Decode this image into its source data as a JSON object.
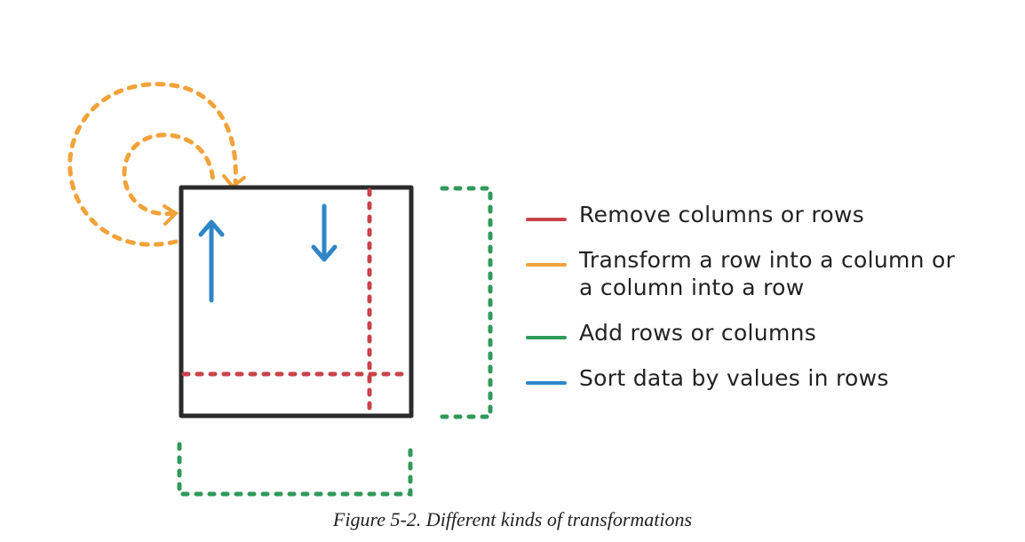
{
  "colors": {
    "remove": "#c8434a",
    "transform": "#f2a23a",
    "add": "#2f9a5a",
    "sort": "#2e86c8",
    "grid": "#2b2b2b"
  },
  "legend": [
    {
      "key": "remove",
      "label": "Remove columns or rows",
      "color": "#c8434a"
    },
    {
      "key": "transform",
      "label": "Transform a row into a column or a column into a row",
      "color": "#f2a23a"
    },
    {
      "key": "add",
      "label": "Add rows or columns",
      "color": "#2f9a5a"
    },
    {
      "key": "sort",
      "label": "Sort data by values in rows",
      "color": "#2e86c8"
    }
  ],
  "caption": "Figure 5-2. Different kinds of transformations",
  "icons": {
    "sort_up": "arrow-up-icon",
    "sort_down": "arrow-down-icon"
  }
}
